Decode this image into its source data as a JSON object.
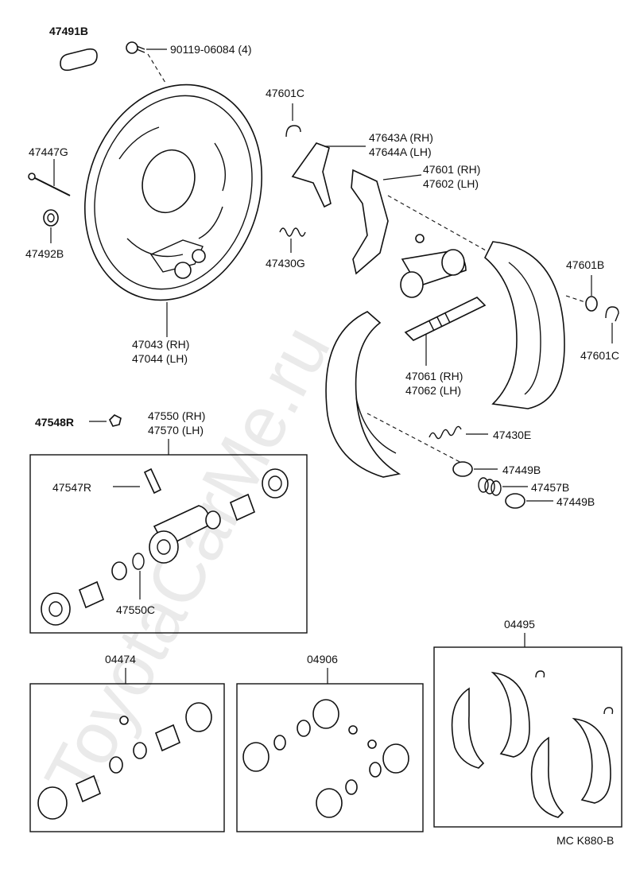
{
  "watermark": "ToyotaCarMe.ru",
  "footer_code": "MC K880-B",
  "labels": {
    "l47491b": "47491B",
    "l90119": "90119-06084 (4)",
    "l47601c_top": "47601C",
    "l47643a": "47643A (RH)",
    "l47644a": "47644A (LH)",
    "l47447g": "47447G",
    "l47601": "47601 (RH)",
    "l47602": "47602 (LH)",
    "l47492b": "47492B",
    "l47430g": "47430G",
    "l47601b": "47601B",
    "l47043": "47043 (RH)",
    "l47044": "47044 (LH)",
    "l47601c_right": "47601C",
    "l47061": "47061 (RH)",
    "l47062": "47062 (LH)",
    "l47548r": "47548R",
    "l47550": "47550 (RH)",
    "l47570": "47570 (LH)",
    "l47430e": "47430E",
    "l47449b_a": "47449B",
    "l47547r": "47547R",
    "l47457b": "47457B",
    "l47449b_b": "47449B",
    "l47550c": "47550C",
    "l04495": "04495",
    "l04474": "04474",
    "l04906": "04906"
  }
}
